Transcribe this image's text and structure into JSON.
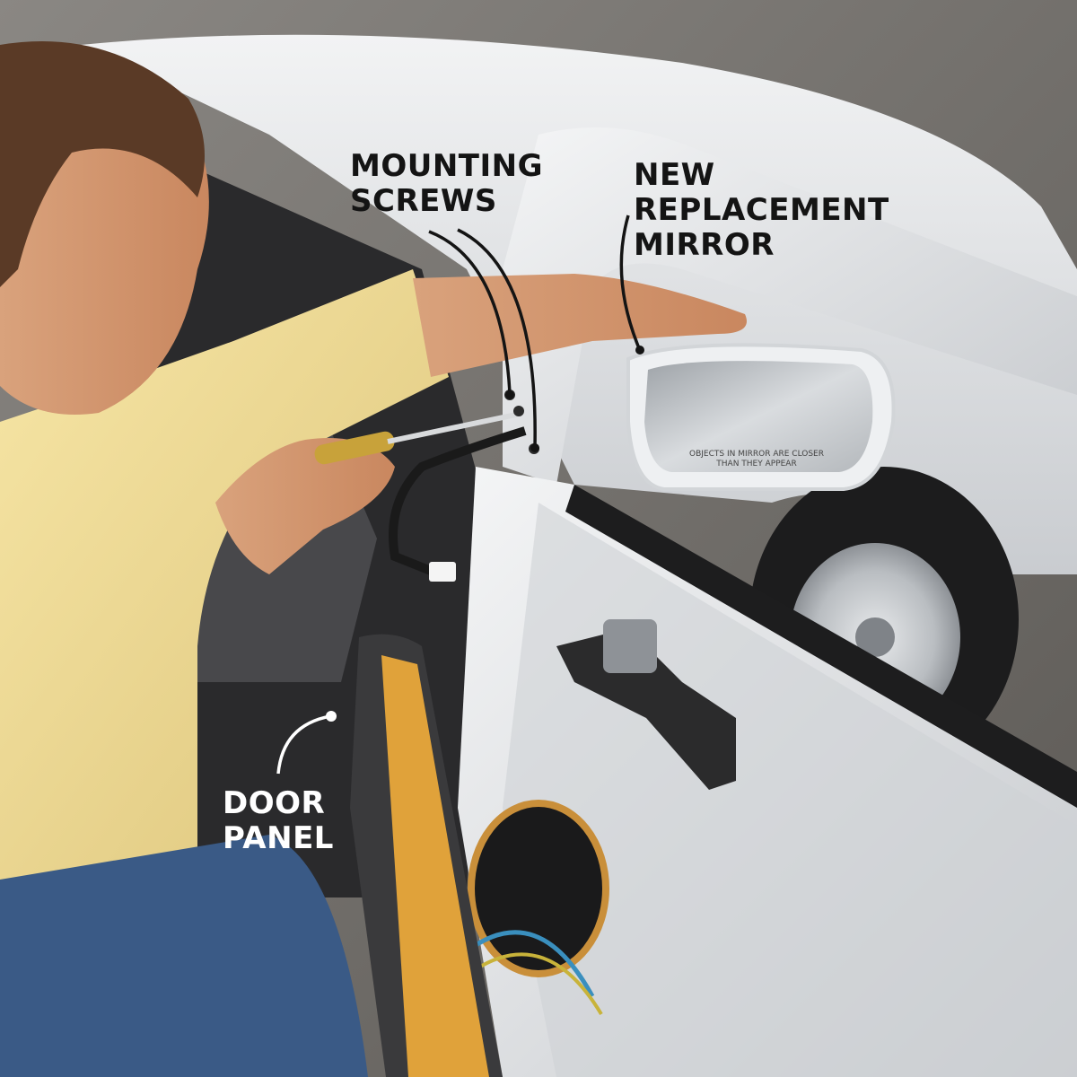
{
  "labels": {
    "mounting_screws": "MOUNTING\nSCREWS",
    "new_replacement_mirror": "NEW\nREPLACEMENT\nMIRROR",
    "door_panel": "DOOR\nPANEL"
  },
  "mirror_text": {
    "line1": "OBJECTS IN MIRROR ARE CLOSER",
    "line2": "THAN THEY APPEAR"
  },
  "colors": {
    "label_dark": "#141414",
    "label_light": "#ffffff",
    "car_body": "#e4e6e8",
    "shirt": "#f0dc98",
    "jeans": "#3a5a86",
    "foam": "#e0a23a"
  }
}
